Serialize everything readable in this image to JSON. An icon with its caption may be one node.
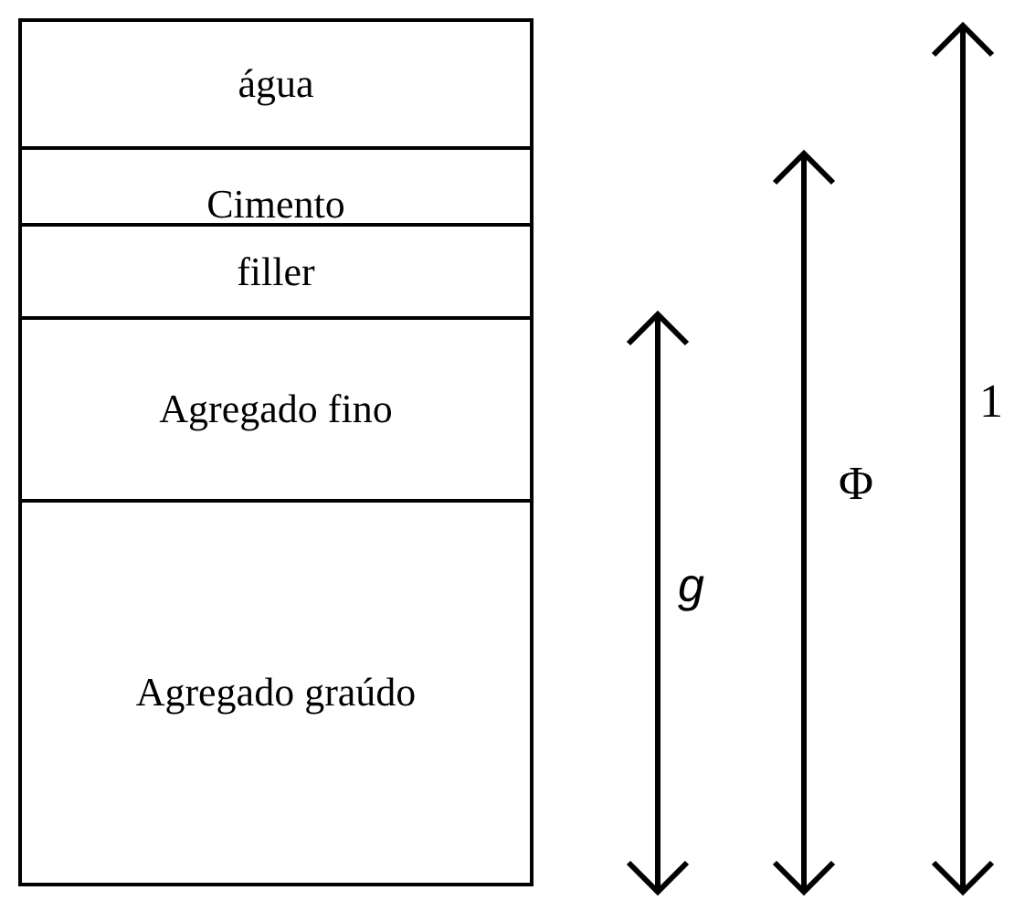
{
  "diagram": {
    "nodes": [
      {
        "text": [
          "água"
        ]
      },
      {
        "text": [
          "Cimento"
        ]
      },
      {
        "text": [
          "filler"
        ]
      },
      {
        "text": [
          "Agregado fino"
        ]
      },
      {
        "text": [
          "Agregado graúdo"
        ]
      }
    ],
    "labels": [
      "g",
      "Φ",
      "1"
    ]
  }
}
